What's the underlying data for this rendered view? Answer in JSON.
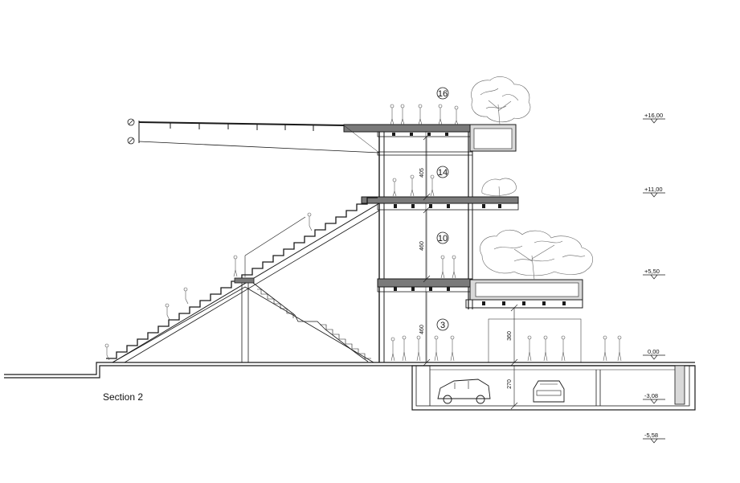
{
  "title": "Section 2",
  "floor_markers": [
    "16",
    "14",
    "10",
    "3"
  ],
  "level_marks": [
    "+16,00",
    "+11,00",
    "+5,50",
    "0,00",
    "-3,08",
    "-5,58"
  ],
  "dimensions": [
    "405",
    "460",
    "460",
    "360",
    "270"
  ],
  "colors": {
    "line": "#1a1a1a",
    "slab": "#7a7a7a",
    "fill": "#d9d9d9"
  }
}
